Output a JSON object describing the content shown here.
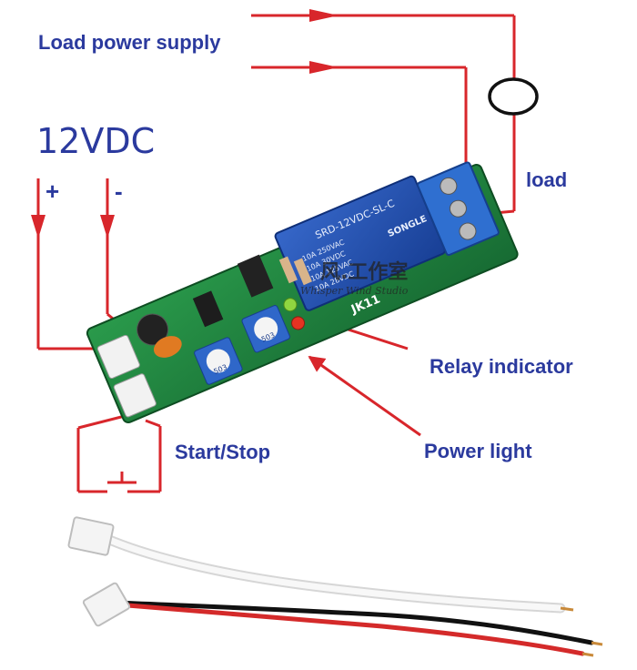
{
  "labels": {
    "load_power_supply": "Load power supply",
    "voltage": "12VDC",
    "plus": "+",
    "minus": "-",
    "load": "load",
    "relay_indicator": "Relay indicator",
    "start_stop": "Start/Stop",
    "power_light": "Power light"
  },
  "relay": {
    "top_line": "SRD-12VDC-SL-C",
    "ratings": [
      "10A 250VAC",
      "10A 30VDC",
      "10A 125VAC",
      "10A 28VDC"
    ],
    "brand": "SONGLE"
  },
  "board": {
    "label": "JK11",
    "watermark_cn": "风.工作室",
    "watermark_en": "Whisper Wind Studio",
    "pot_text": "503"
  },
  "colors": {
    "wire": "#d8262b",
    "label_text": "#2b3a9e",
    "pcb": "#1c7a3b",
    "relay": "#1f4fae"
  }
}
